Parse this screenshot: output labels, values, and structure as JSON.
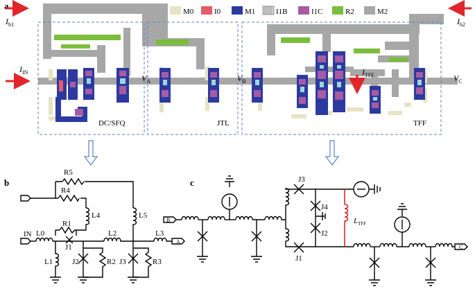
{
  "panel_a": {
    "label": "a",
    "legend": [
      {
        "key": "M0",
        "color": "#e7e3c4"
      },
      {
        "key": "I0",
        "color": "#e25c6a"
      },
      {
        "key": "M1",
        "color": "#2c3aa0"
      },
      {
        "key": "I1B",
        "color": "#c9cfd2"
      },
      {
        "key": "I1C",
        "color": "#a65ba3"
      },
      {
        "key": "R2",
        "color": "#7bbd3c"
      },
      {
        "key": "M2",
        "color": "#a7a7a7"
      }
    ],
    "labels": {
      "ib1_main": "I",
      "ib1_sub": "b1",
      "ib2_main": "I",
      "ib2_sub": "b2",
      "iin_main": "I",
      "iin_sub": "IN",
      "itff_main": "I",
      "itff_sub": "TFF",
      "va_main": "V",
      "va_sub": "A",
      "vb_main": "V",
      "vb_sub": "B",
      "vc_main": "V",
      "vc_sub": "C"
    },
    "blocks": [
      "DC/SFQ",
      "JTL",
      "TFF"
    ]
  },
  "panel_b": {
    "label": "b",
    "components": {
      "r5": "R5",
      "r4": "R4",
      "l4": "L4",
      "l5": "L5",
      "r1": "R1",
      "j1": "J1",
      "l0": "L0",
      "l1": "L1",
      "j2": "J2",
      "r2": "R2",
      "j3": "J3",
      "r3": "R3",
      "l2": "L2",
      "l3": "L3",
      "in": "IN"
    },
    "ports": {
      "a": "A"
    }
  },
  "panel_c": {
    "label": "c",
    "ports": {
      "b": "B",
      "c": "C"
    },
    "junctions": {
      "j1": "J1",
      "j2": "J2",
      "j3": "J3",
      "j4": "J4"
    },
    "inductor": {
      "main": "L",
      "sub": "TFF",
      "color": "#d62b2b"
    }
  },
  "colors": {
    "m0": "#e7e3c4",
    "i0": "#e25c6a",
    "m1": "#2c3aa0",
    "i1b": "#c9cfd2",
    "i1c": "#a65ba3",
    "r2": "#7bbd3c",
    "m2": "#a7a7a7",
    "arrow": "#e0262b",
    "dash": "#5b7ec8",
    "hollow_arrow": "#5b7ec8"
  }
}
